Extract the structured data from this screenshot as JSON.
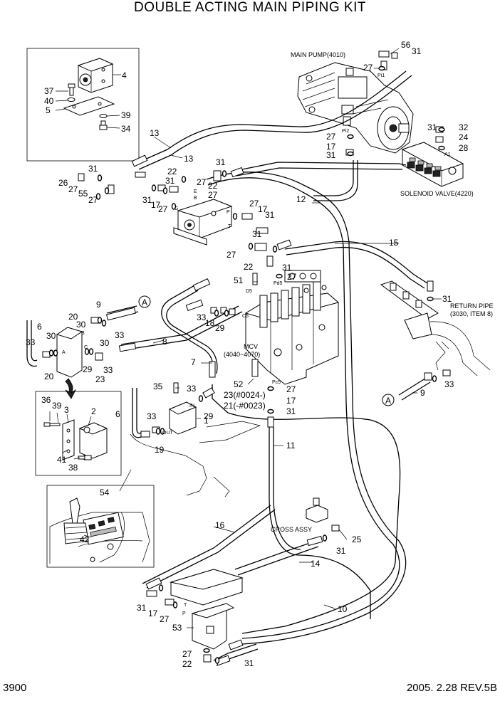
{
  "header": {
    "title": "DOUBLE ACTING MAIN PIPING KIT",
    "page_number": "3900",
    "revision": "2005. 2.28  REV.5B"
  },
  "components": {
    "main_pump": "MAIN PUMP(4010)",
    "solenoid_valve": "SOLENOID VALVE(4220)",
    "return_pipe_1": "RETURN PIPE",
    "return_pipe_2": "(3030, ITEM 8)",
    "mcv_1": "MCV",
    "mcv_2": "(4040~4070)",
    "cross_assy": "CROSS ASSY"
  },
  "ports": {
    "pi1": "Pi1",
    "pi2": "Pi2",
    "a1": "A1",
    "pd5": "Pd5",
    "d5": "D5",
    "c5": "C5",
    "pc5": "Pc5",
    "e": "E",
    "b": "B",
    "g": "G",
    "p": "P",
    "t": "T",
    "in": "IN",
    "out": "OUT",
    "pedal_t": "T",
    "pedal_p": "P",
    "blk_b": "B",
    "blk_c": "C",
    "blk_a": "A"
  },
  "variants": {
    "v23": "23(#0024-)",
    "v21": "21(-#0023)"
  },
  "callouts": {
    "circle_a1": "A",
    "circle_a2": "A"
  },
  "parts": {
    "p4": "4",
    "p37": "37",
    "p40": "40",
    "p5": "5",
    "p39": "39",
    "p34": "34",
    "p56": "56",
    "p31a": "31",
    "p27a": "27",
    "p13a": "13",
    "p13b": "13",
    "p27b": "27",
    "p17a": "17",
    "p31b": "31",
    "p31c": "31",
    "p32": "32",
    "p24": "24",
    "p28": "28",
    "p31d": "31",
    "p22a": "22",
    "p31e": "31",
    "p26": "26",
    "p27c": "27",
    "p31f": "31",
    "p55": "55",
    "p27d": "27",
    "p27e": "27",
    "p22b": "22",
    "p27f": "27",
    "p31g": "31",
    "p17b": "17",
    "p27g": "27",
    "p12": "12",
    "p27h": "27",
    "p17c": "17",
    "p31h": "31",
    "p31i": "31",
    "p15": "15",
    "p27i": "27",
    "p22c": "22",
    "p31j": "31",
    "p51": "51",
    "p27j": "27",
    "p31k": "31",
    "p9a": "9",
    "p20a": "20",
    "p30a": "30",
    "p33a": "33",
    "p33b": "33",
    "p18": "18",
    "p29a": "29",
    "p6a": "6",
    "p33c": "33",
    "p30b": "30",
    "p8": "8",
    "p30c": "30",
    "p20b": "20",
    "p29b": "29",
    "p23": "23",
    "p33d": "33",
    "p7": "7",
    "p35": "35",
    "p33e": "33",
    "p52": "52",
    "p27k": "27",
    "p17d": "17",
    "p31l": "31",
    "p29c": "29",
    "p1": "1",
    "p33f": "33",
    "p19": "19",
    "p6b": "6",
    "p36": "36",
    "p39b": "39",
    "p3": "3",
    "p2": "2",
    "p41": "41",
    "p38": "38",
    "p9b": "9",
    "p33g": "33",
    "p11": "11",
    "p54": "54",
    "p42": "42",
    "p16": "16",
    "p25": "25",
    "p31m": "31",
    "p14": "14",
    "p31n": "31",
    "p17e": "17",
    "p27l": "27",
    "p53": "53",
    "p10": "10",
    "p27m": "27",
    "p22d": "22",
    "p31o": "31"
  }
}
